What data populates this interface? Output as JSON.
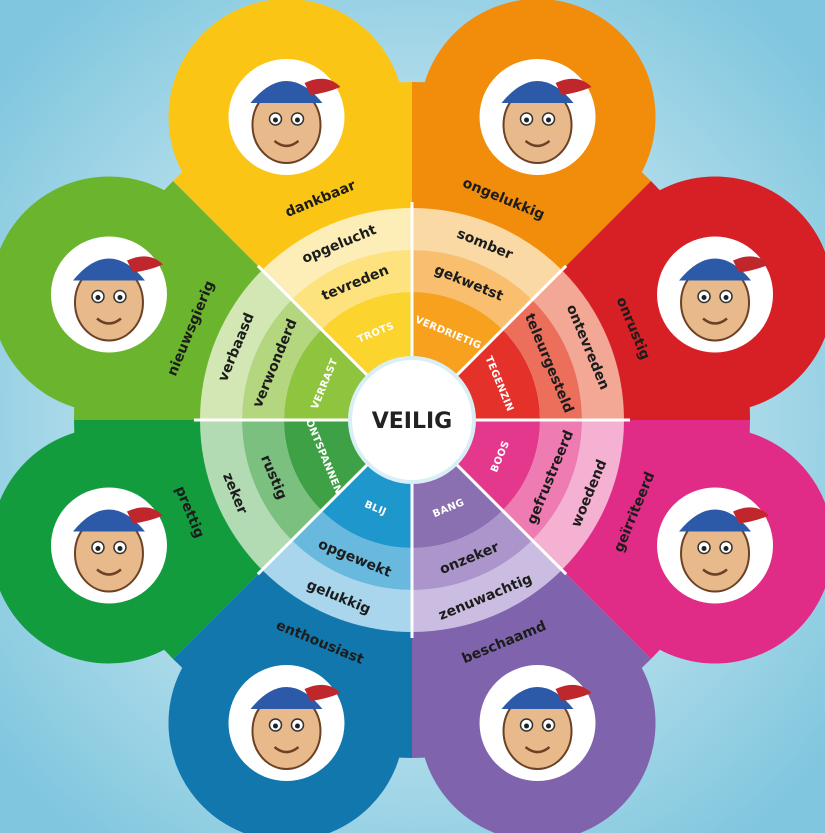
{
  "center": {
    "label": "VEILIG",
    "color": "#ffffff"
  },
  "petals": [
    {
      "id": "trots",
      "core": "TROTS",
      "words": [
        "tevreden",
        "opgelucht",
        "dankbaar"
      ],
      "colors": [
        "#fbd42d",
        "#fde27e",
        "#fdeeb8"
      ],
      "petal": "#fbc515",
      "face": "happy-grin-face-icon"
    },
    {
      "id": "verdrietig",
      "core": "VERDRIETIG",
      "words": [
        "gekwetst",
        "somber",
        "ongelukkig"
      ],
      "colors": [
        "#f7a11f",
        "#f9bf6e",
        "#fbd9a5"
      ],
      "petal": "#f18d0a",
      "face": "sad-face-icon"
    },
    {
      "id": "tegenzin",
      "core": "TEGENZIN",
      "words": [
        "teleurgesteld",
        "ontevreden",
        "onrustig"
      ],
      "colors": [
        "#e4312a",
        "#ec6f5c",
        "#f3a795"
      ],
      "petal": "#d71f26",
      "face": "annoyed-face-icon"
    },
    {
      "id": "boos",
      "core": "BOOS",
      "words": [
        "gefrustreerd",
        "woedend",
        "geïrriteerd"
      ],
      "colors": [
        "#e4388d",
        "#ee7cb2",
        "#f5b1d1"
      ],
      "petal": "#e02b87",
      "face": "angry-face-icon"
    },
    {
      "id": "bang",
      "core": "BANG",
      "words": [
        "onzeker",
        "zenuwachtig",
        "beschaamd"
      ],
      "colors": [
        "#8a6fb1",
        "#ab95cb",
        "#cbbde1"
      ],
      "petal": "#7f64ad",
      "face": "scared-face-icon"
    },
    {
      "id": "blij",
      "core": "BLIJ",
      "words": [
        "opgewekt",
        "gelukkig",
        "enthousiast"
      ],
      "colors": [
        "#1e97cd",
        "#69b9de",
        "#a9d6ec"
      ],
      "petal": "#1277ad",
      "face": "joyful-face-icon"
    },
    {
      "id": "ontspannen",
      "core": "ONTSPANNEN",
      "words": [
        "rustig",
        "zeker",
        "prettig"
      ],
      "colors": [
        "#3ea146",
        "#7cc07f",
        "#b2dab3"
      ],
      "petal": "#129c3e",
      "face": "relaxed-face-icon"
    },
    {
      "id": "verrast",
      "core": "VERRAST",
      "words": [
        "verwonderd",
        "verbaasd",
        "nieuwsgierig"
      ],
      "colors": [
        "#8fc43e",
        "#b3d67e",
        "#d3e7b4"
      ],
      "petal": "#6bb42d",
      "face": "surprised-face-icon"
    }
  ]
}
